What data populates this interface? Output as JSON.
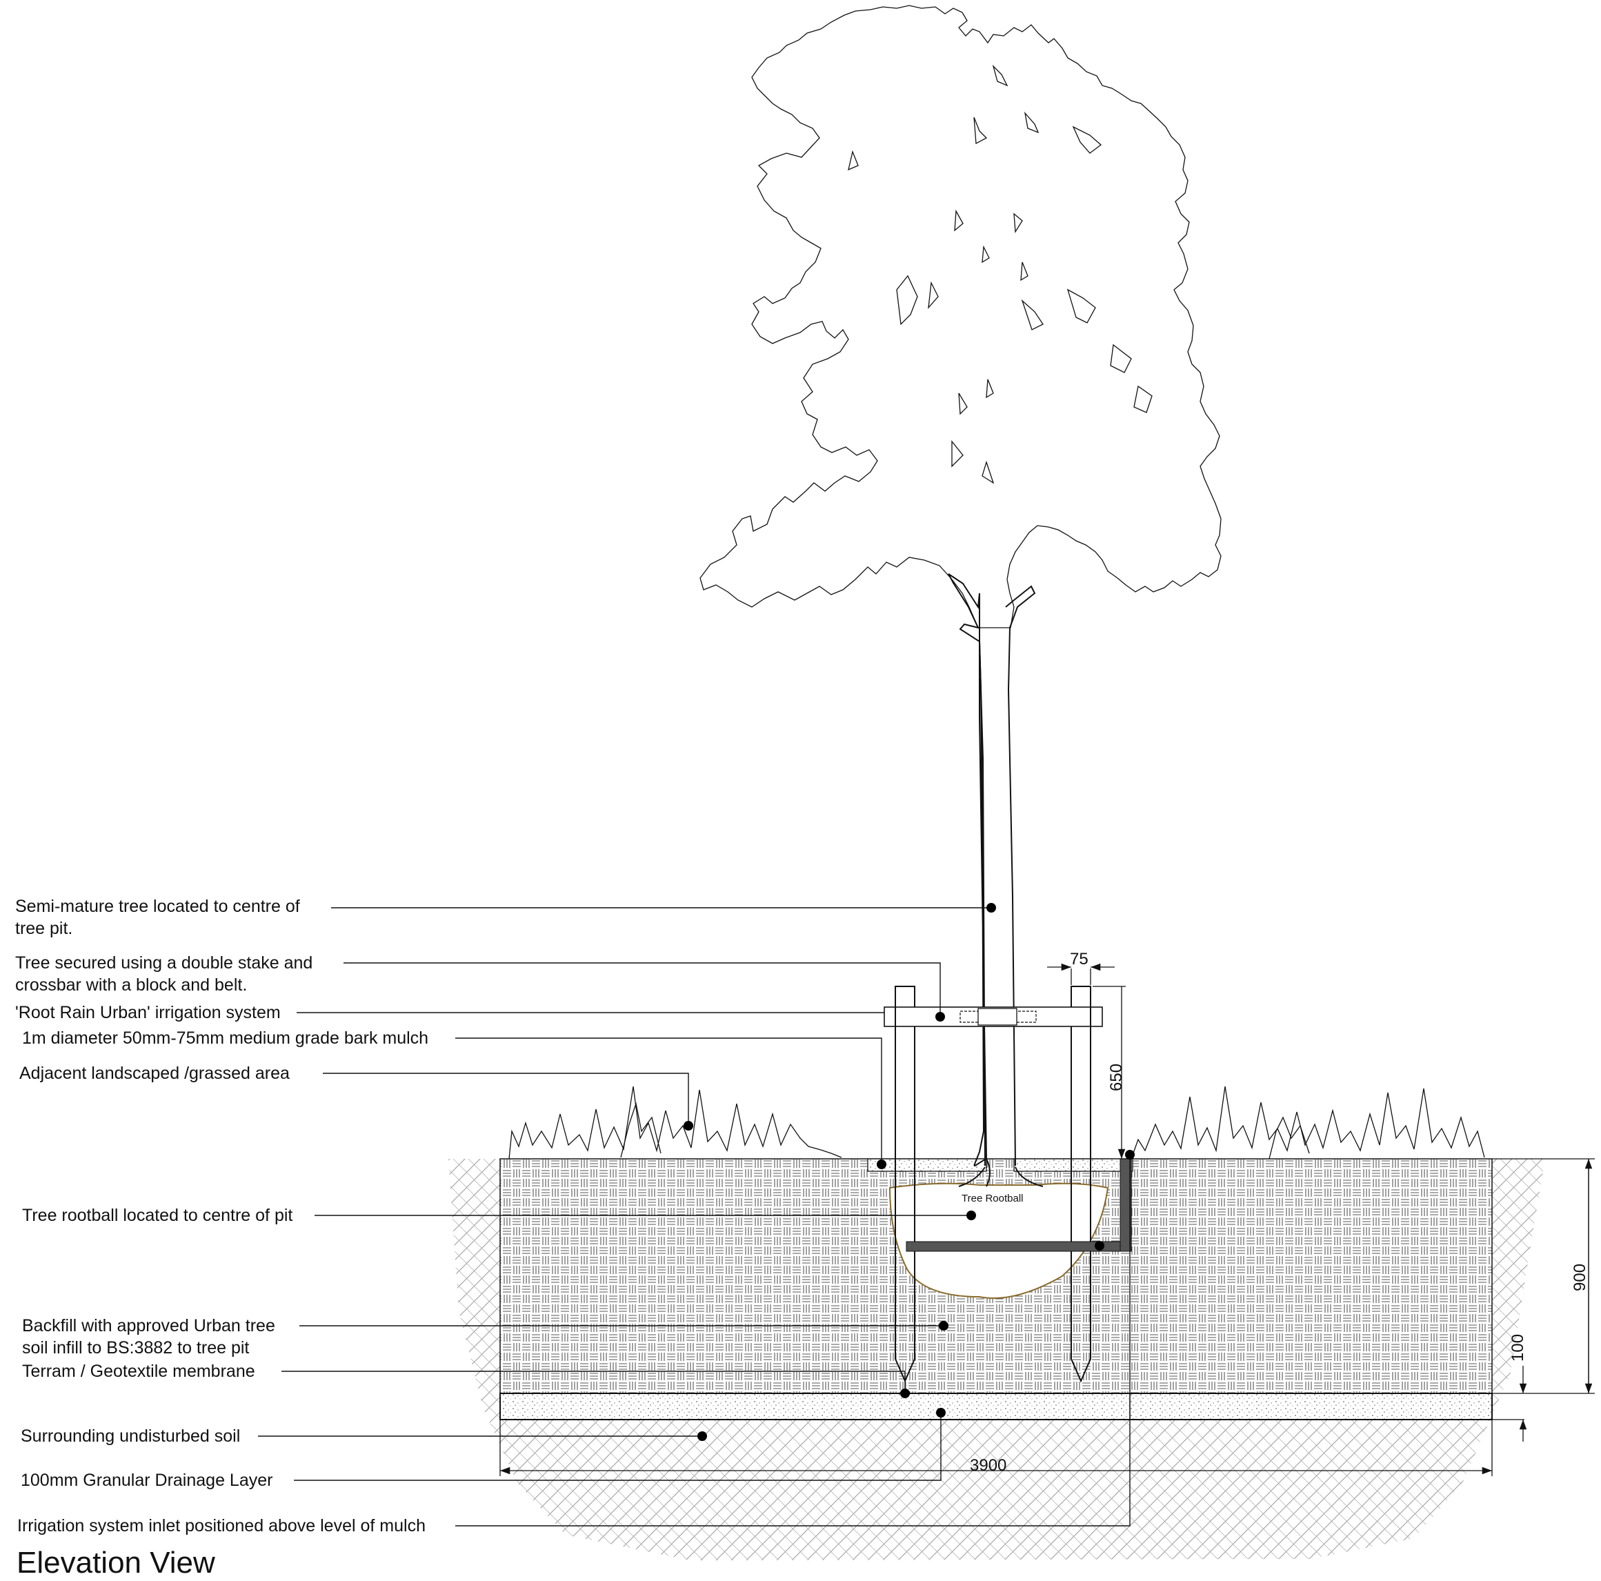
{
  "title": "Elevation View",
  "callouts": [
    {
      "id": "tree",
      "lines": [
        "Semi-mature tree located to centre of",
        "tree pit."
      ]
    },
    {
      "id": "stake",
      "lines": [
        "Tree secured using a double stake and",
        "crossbar with a block and belt."
      ]
    },
    {
      "id": "irrigation",
      "lines": [
        "'Root Rain Urban' irrigation system"
      ]
    },
    {
      "id": "mulch",
      "lines": [
        "1m diameter 50mm-75mm medium grade bark mulch"
      ]
    },
    {
      "id": "grass",
      "lines": [
        "Adjacent landscaped /grassed area"
      ]
    },
    {
      "id": "rootball",
      "lines": [
        "Tree rootball located to centre of pit"
      ]
    },
    {
      "id": "backfill",
      "lines": [
        "Backfill with approved Urban tree",
        "soil infill to BS:3882 to tree pit"
      ]
    },
    {
      "id": "geotextile",
      "lines": [
        "Terram / Geotextile membrane"
      ]
    },
    {
      "id": "soil",
      "lines": [
        "Surrounding undisturbed soil"
      ]
    },
    {
      "id": "drainage",
      "lines": [
        "100mm Granular Drainage Layer"
      ]
    },
    {
      "id": "inlet",
      "lines": [
        "Irrigation system inlet positioned above level of mulch"
      ]
    }
  ],
  "rootball_label": "Tree Rootball",
  "dimensions": {
    "stake_width": "75",
    "stake_height": "650",
    "pit_depth": "900",
    "drainage_depth": "100",
    "pit_width": "3900"
  }
}
